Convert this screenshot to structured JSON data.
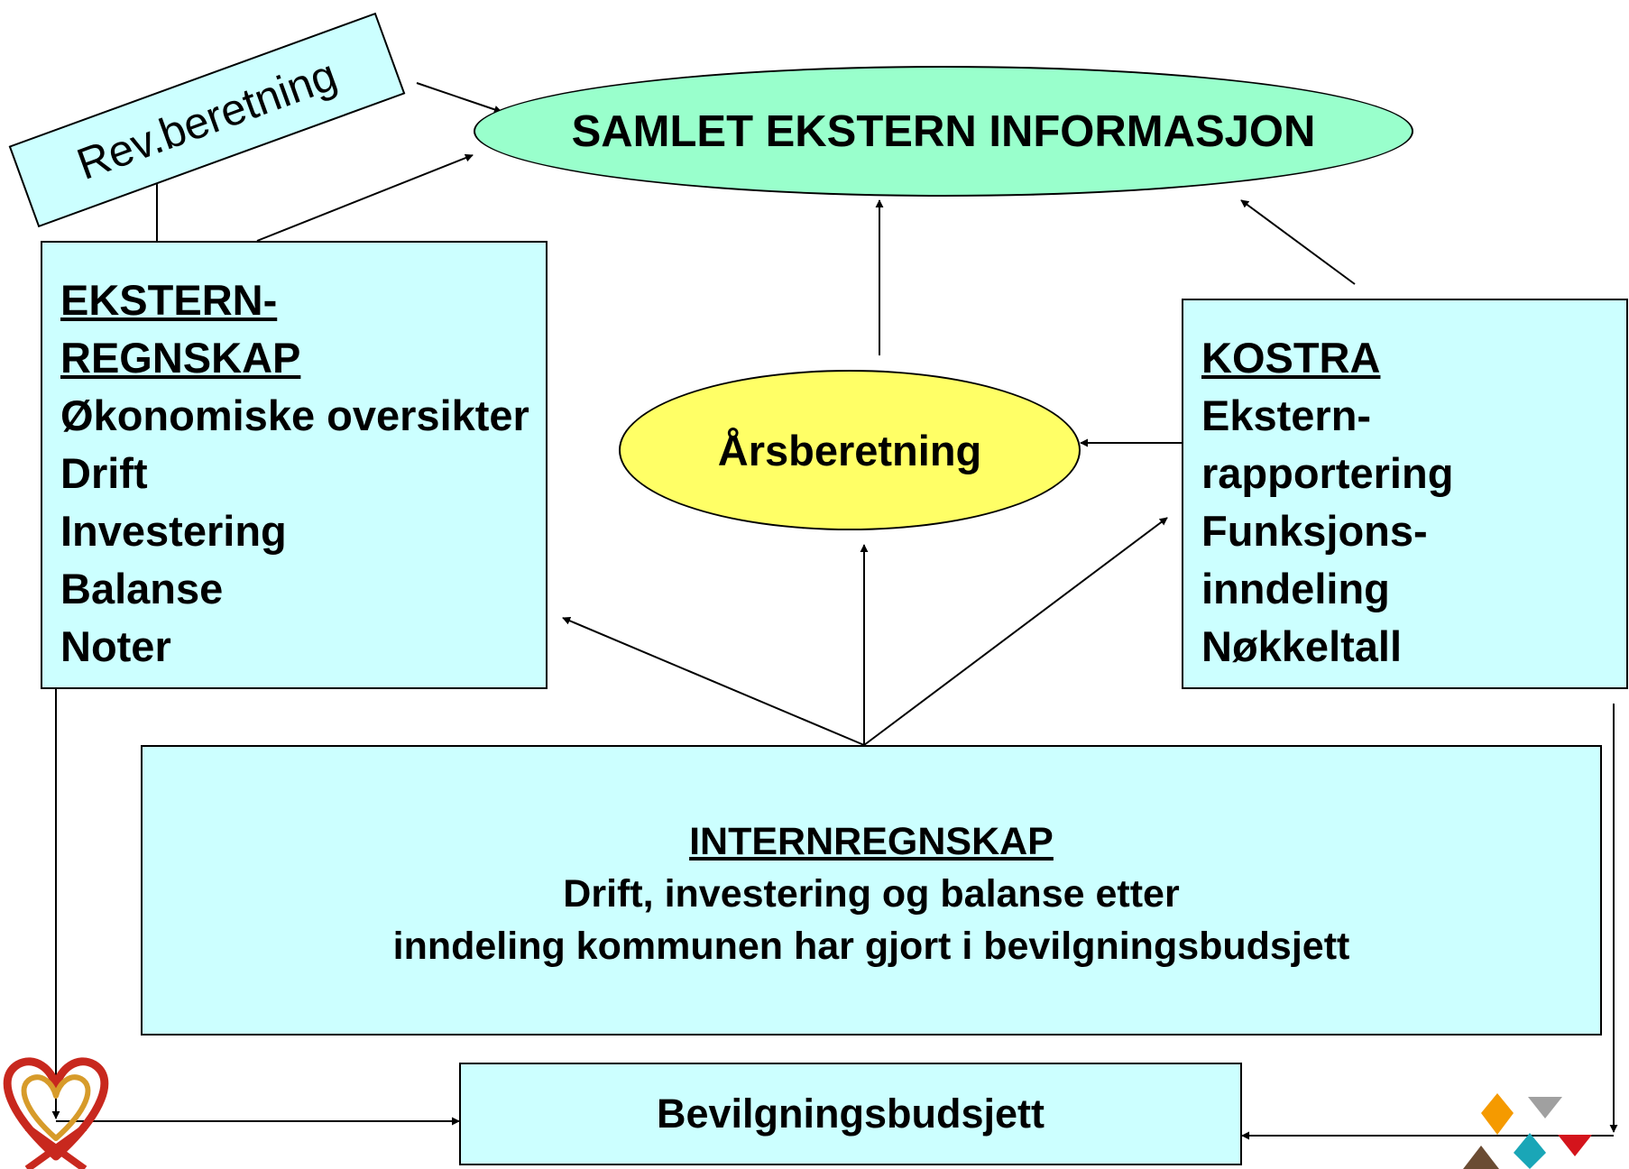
{
  "samlet": {
    "label": "SAMLET EKSTERN INFORMASJON"
  },
  "rev": {
    "label": "Rev.beretning"
  },
  "ekstern": {
    "heading_1": "EKSTERN-",
    "heading_2": "REGNSKAP",
    "items": [
      "Økonomiske oversikter",
      "Drift",
      "Investering",
      "Balanse",
      "Noter"
    ]
  },
  "arsberetning": {
    "label": "Årsberetning"
  },
  "kostra": {
    "heading": "KOSTRA",
    "items": [
      "Ekstern-",
      "rapportering",
      "Funksjons-",
      "inndeling",
      "Nøkkeltall"
    ]
  },
  "intern": {
    "heading": "INTERNREGNSKAP",
    "line_1": "Drift, investering og balanse etter",
    "line_2": "inndeling kommunen har gjort i bevilgningsbudsjett"
  },
  "bevilgning": {
    "label": "Bevilgningsbudsjett"
  },
  "colors": {
    "box_fill": "#ccffff",
    "samlet_fill": "#99ffcc",
    "arsberetning_fill": "#ffff66",
    "logo_left": "#c8281e",
    "logo_left_gold": "#d79b2a",
    "logo_right_orange": "#f59a00",
    "logo_right_grey": "#a0a0a0",
    "logo_right_teal": "#1aa6b7",
    "logo_right_red": "#d4141c",
    "logo_right_brown": "#6b4c33"
  },
  "logos": {
    "left": "heart-knot-logo",
    "right": "triangle-mosaic-logo"
  }
}
